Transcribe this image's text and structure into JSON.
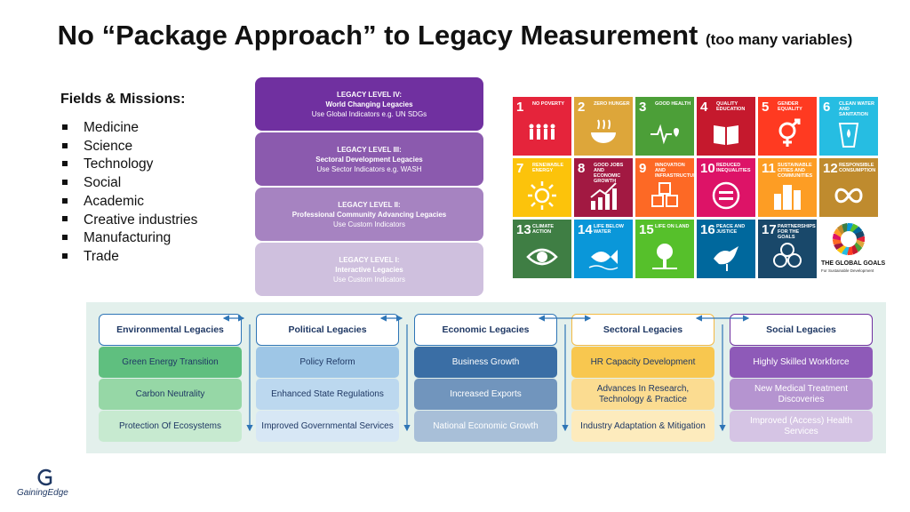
{
  "title": {
    "main": "No “Package Approach” to Legacy Measurement",
    "paren": "(too many variables)"
  },
  "fields": {
    "heading": "Fields & Missions:",
    "items": [
      "Medicine",
      "Science",
      "Technology",
      "Social",
      "Academic",
      "Creative industries",
      "Manufacturing",
      "Trade"
    ]
  },
  "levels": [
    {
      "heading": "LEGACY LEVEL IV:",
      "subtitle": "World Changing Legacies",
      "note": "Use Global Indicators e.g. UN SDGs",
      "color": "#7030a0"
    },
    {
      "heading": "LEGACY LEVEL III:",
      "subtitle": "Sectoral Development Legacies",
      "note": "Use Sector Indicators e.g. WASH",
      "color": "#8b5aae"
    },
    {
      "heading": "LEGACY LEVEL II:",
      "subtitle": "Professional Community Advancing Legacies",
      "note": "Use Custom Indicators",
      "color": "#a683c1"
    },
    {
      "heading": "LEGACY LEVEL I:",
      "subtitle": "Interactive Legacies",
      "note": "Use Custom Indicators",
      "color": "#cfc0de"
    }
  ],
  "sdg": {
    "tiles": [
      {
        "num": "1",
        "label": "NO POVERTY",
        "color": "#e5243b",
        "icon": "people-icon"
      },
      {
        "num": "2",
        "label": "ZERO HUNGER",
        "color": "#dda63a",
        "icon": "bowl-icon"
      },
      {
        "num": "3",
        "label": "GOOD HEALTH",
        "color": "#4c9f38",
        "icon": "heartbeat-icon"
      },
      {
        "num": "4",
        "label": "QUALITY EDUCATION",
        "color": "#c5192d",
        "icon": "book-icon"
      },
      {
        "num": "5",
        "label": "GENDER EQUALITY",
        "color": "#ff3a21",
        "icon": "gender-icon"
      },
      {
        "num": "6",
        "label": "CLEAN WATER AND SANITATION",
        "color": "#26bde2",
        "icon": "water-icon"
      },
      {
        "num": "7",
        "label": "RENEWABLE ENERGY",
        "color": "#fcc30b",
        "icon": "sun-icon"
      },
      {
        "num": "8",
        "label": "GOOD JOBS AND ECONOMIC GROWTH",
        "color": "#a21942",
        "icon": "growth-chart-icon"
      },
      {
        "num": "9",
        "label": "INNOVATION AND INFRASTRUCTURE",
        "color": "#fd6925",
        "icon": "cubes-icon"
      },
      {
        "num": "10",
        "label": "REDUCED INEQUALITIES",
        "color": "#dd1367",
        "icon": "equal-icon"
      },
      {
        "num": "11",
        "label": "SUSTAINABLE CITIES AND COMMUNITIES",
        "color": "#fd9d24",
        "icon": "city-icon"
      },
      {
        "num": "12",
        "label": "RESPONSIBLE CONSUMPTION",
        "color": "#bf8b2e",
        "icon": "infinity-icon"
      },
      {
        "num": "13",
        "label": "CLIMATE ACTION",
        "color": "#3f7e44",
        "icon": "eye-icon"
      },
      {
        "num": "14",
        "label": "LIFE BELOW WATER",
        "color": "#0a97d9",
        "icon": "fish-icon"
      },
      {
        "num": "15",
        "label": "LIFE ON LAND",
        "color": "#56c02b",
        "icon": "tree-icon"
      },
      {
        "num": "16",
        "label": "PEACE AND JUSTICE",
        "color": "#00689d",
        "icon": "dove-icon"
      },
      {
        "num": "17",
        "label": "PARTNERSHIPS FOR THE GOALS",
        "color": "#19486a",
        "icon": "rings-icon"
      }
    ],
    "logo_title": "THE GLOBAL GOALS",
    "logo_sub": "For Sustainable Development"
  },
  "columns": [
    {
      "heading": "Environmental Legacies",
      "border": "#2e75b6",
      "cells": [
        {
          "text": "Green Energy Transition",
          "bg": "#5fbf7f",
          "fg": "#1f3864"
        },
        {
          "text": "Carbon Neutrality",
          "bg": "#96d7a6",
          "fg": "#1f3864"
        },
        {
          "text": "Protection Of Ecosystems",
          "bg": "#c7ead0",
          "fg": "#1f3864"
        }
      ]
    },
    {
      "heading": "Political Legacies",
      "border": "#2e75b6",
      "cells": [
        {
          "text": "Policy Reform",
          "bg": "#9ec6e6",
          "fg": "#1f3864"
        },
        {
          "text": "Enhanced State Regulations",
          "bg": "#bcd8ef",
          "fg": "#1f3864"
        },
        {
          "text": "Improved Governmental Services",
          "bg": "#d7e7f5",
          "fg": "#1f3864"
        }
      ]
    },
    {
      "heading": "Economic Legacies",
      "border": "#2e75b6",
      "cells": [
        {
          "text": "Business Growth",
          "bg": "#3a6ea5",
          "fg": "#ffffff"
        },
        {
          "text": "Increased Exports",
          "bg": "#7195bd",
          "fg": "#ffffff"
        },
        {
          "text": "National Economic Growth",
          "bg": "#a8bfd8",
          "fg": "#ffffff"
        }
      ]
    },
    {
      "heading": "Sectoral Legacies",
      "border": "#f4b942",
      "cells": [
        {
          "text": "HR Capacity Development",
          "bg": "#f8c74f",
          "fg": "#1f3864"
        },
        {
          "text": "Advances In Research, Technology & Practice",
          "bg": "#fbdc91",
          "fg": "#1f3864"
        },
        {
          "text": "Industry Adaptation & Mitigation",
          "bg": "#fdebbd",
          "fg": "#1f3864"
        }
      ]
    },
    {
      "heading": "Social Legacies",
      "border": "#7030a0",
      "cells": [
        {
          "text": "Highly Skilled Workforce",
          "bg": "#8e5ab8",
          "fg": "#ffffff"
        },
        {
          "text": "New Medical Treatment Discoveries",
          "bg": "#b594d0",
          "fg": "#ffffff"
        },
        {
          "text": "Improved (Access) Health Services",
          "bg": "#d5c4e4",
          "fg": "#ffffff"
        }
      ]
    }
  ],
  "logo": {
    "text": "GainingEdge"
  }
}
